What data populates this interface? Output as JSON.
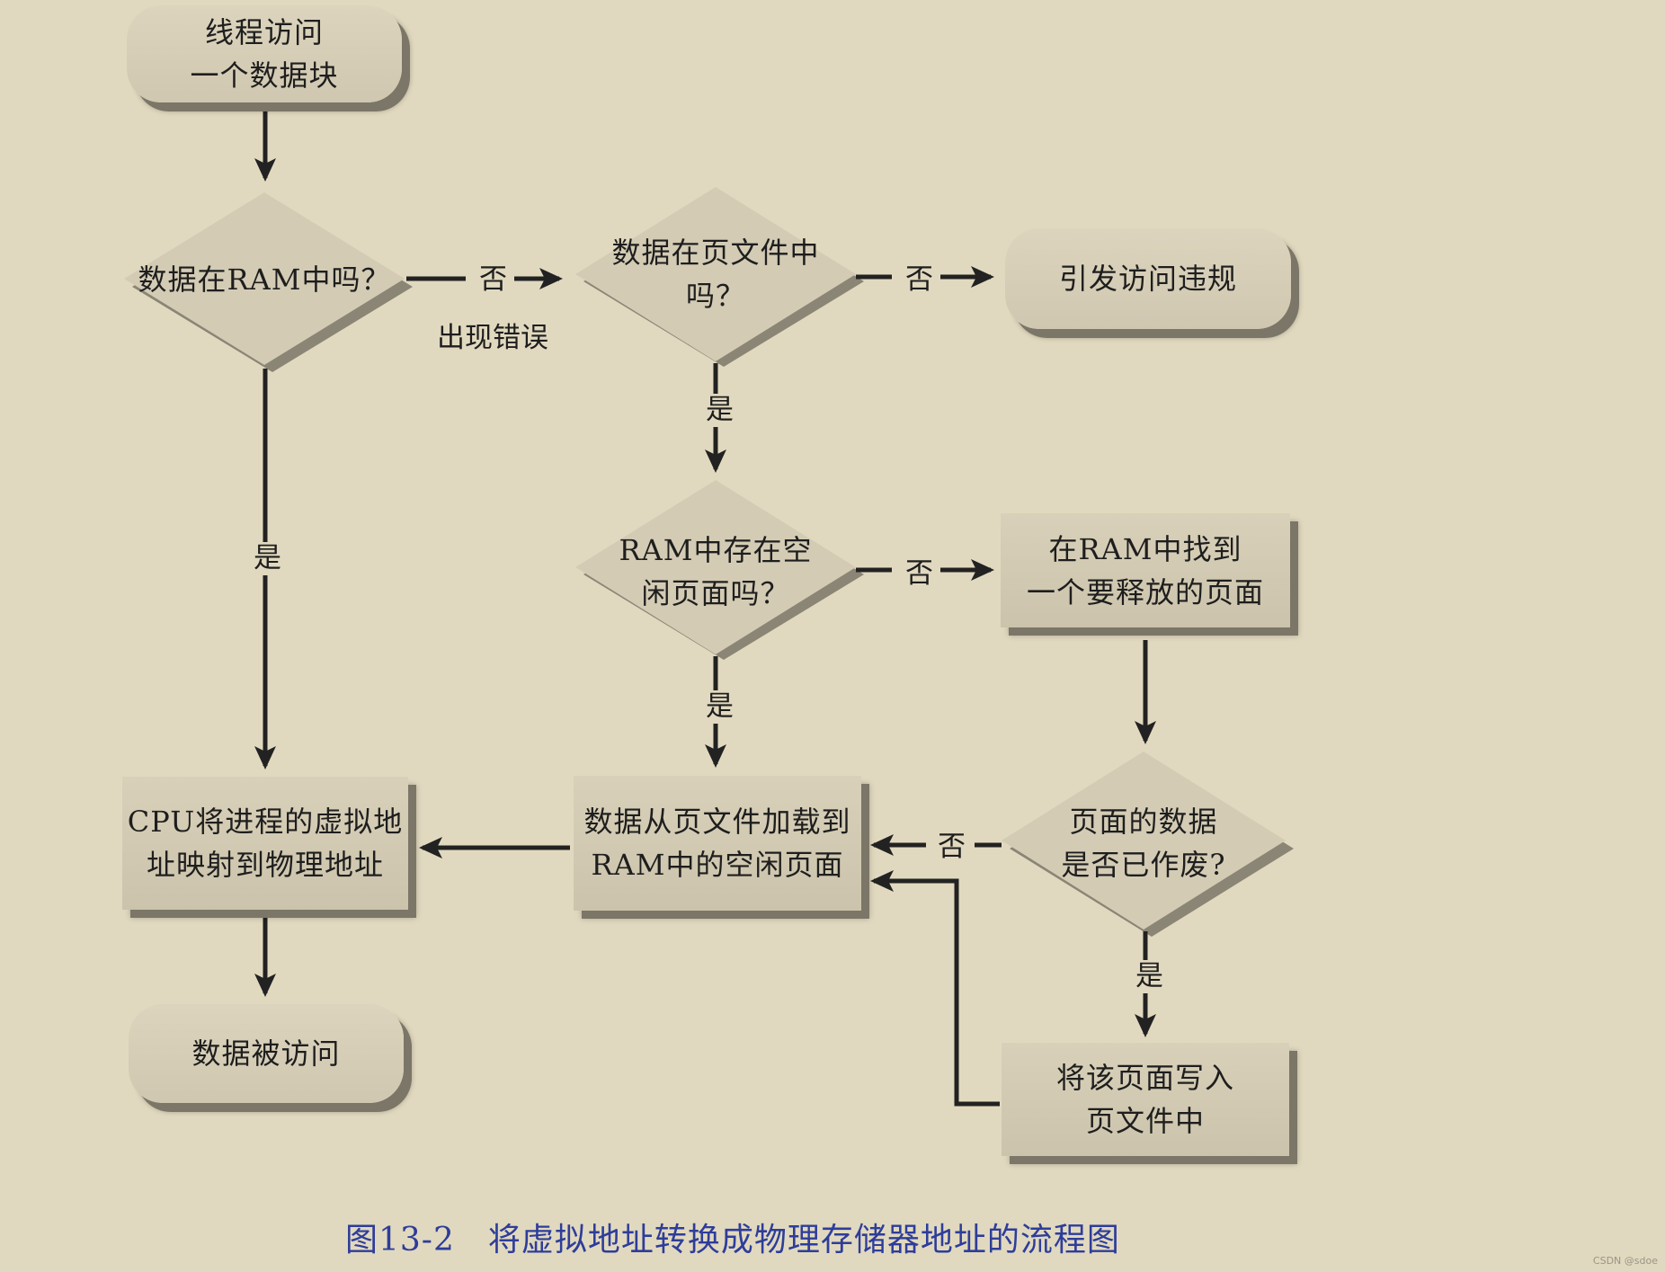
{
  "nodes": {
    "start": "线程访问\n一个数据块",
    "in_ram": "数据在RAM中吗？",
    "in_pagefile": "数据在页文件中吗？",
    "access_violation": "引发访问违规",
    "free_page": "RAM中存在空\n闲页面吗？",
    "find_page": "在RAM中找到\n一个要释放的页面",
    "cpu_map": "CPU将进程的虚拟地\n址映射到物理地址",
    "load_page": "数据从页文件加载到\nRAM中的空闲页面",
    "page_dirty": "页面的数据\n是否已作废?",
    "data_accessed": "数据被访问",
    "write_page": "将该页面写入\n页文件中"
  },
  "labels": {
    "no": "否",
    "yes": "是",
    "page_fault": "出现错误"
  },
  "caption": "图13-2　将虚拟地址转换成物理存储器地址的流程图",
  "watermark": "CSDN @sdoe",
  "colors": {
    "background": "#e1d9bf",
    "shape_fill": "#d3cbb4",
    "shadow": "#7b7667",
    "line": "#222222",
    "caption": "#2e3d9a"
  }
}
